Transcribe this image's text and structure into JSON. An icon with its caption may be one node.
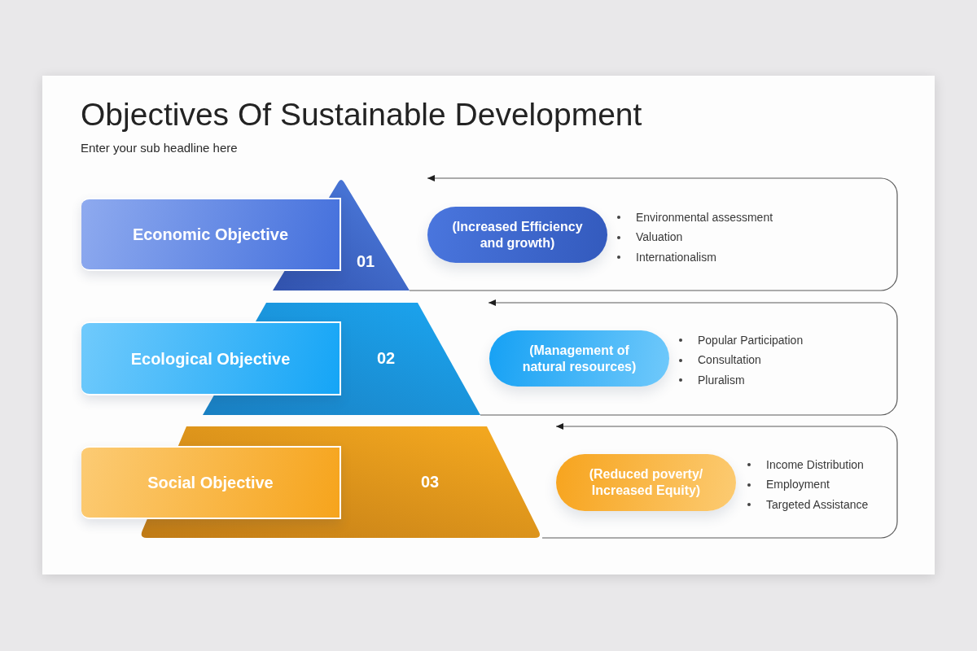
{
  "diagram": {
    "title": "Objectives Of Sustainable Development",
    "nodes": [
      {
        "text": [
          "Economic Objective"
        ]
      },
      {
        "text": [
          "01"
        ]
      },
      {
        "text": [
          "(Increased Efficiency and growth)"
        ],
        "beside": [
          "Environmental assessment",
          "Valuation",
          "Internationalism"
        ]
      },
      {
        "text": [
          "Ecological Objective"
        ]
      },
      {
        "text": [
          "02"
        ]
      },
      {
        "text": [
          "(Management of natural resources)"
        ],
        "beside": [
          "Popular Participation",
          "Consultation",
          "Pluralism"
        ]
      },
      {
        "text": [
          "Social Objective"
        ]
      },
      {
        "text": [
          "03"
        ]
      },
      {
        "text": [
          "(Reduced poverty/ Increased Equity)"
        ],
        "beside": [
          "Income Distribution",
          "Employment",
          "Targeted Assistance"
        ]
      }
    ],
    "edges": [
      {
        "from": 1,
        "to": null,
        "arrow": "to"
      },
      {
        "from": 4,
        "to": null,
        "arrow": "to"
      },
      {
        "from": 7,
        "to": null,
        "arrow": "to"
      }
    ],
    "labels": [
      "Enter your sub headline here"
    ]
  }
}
